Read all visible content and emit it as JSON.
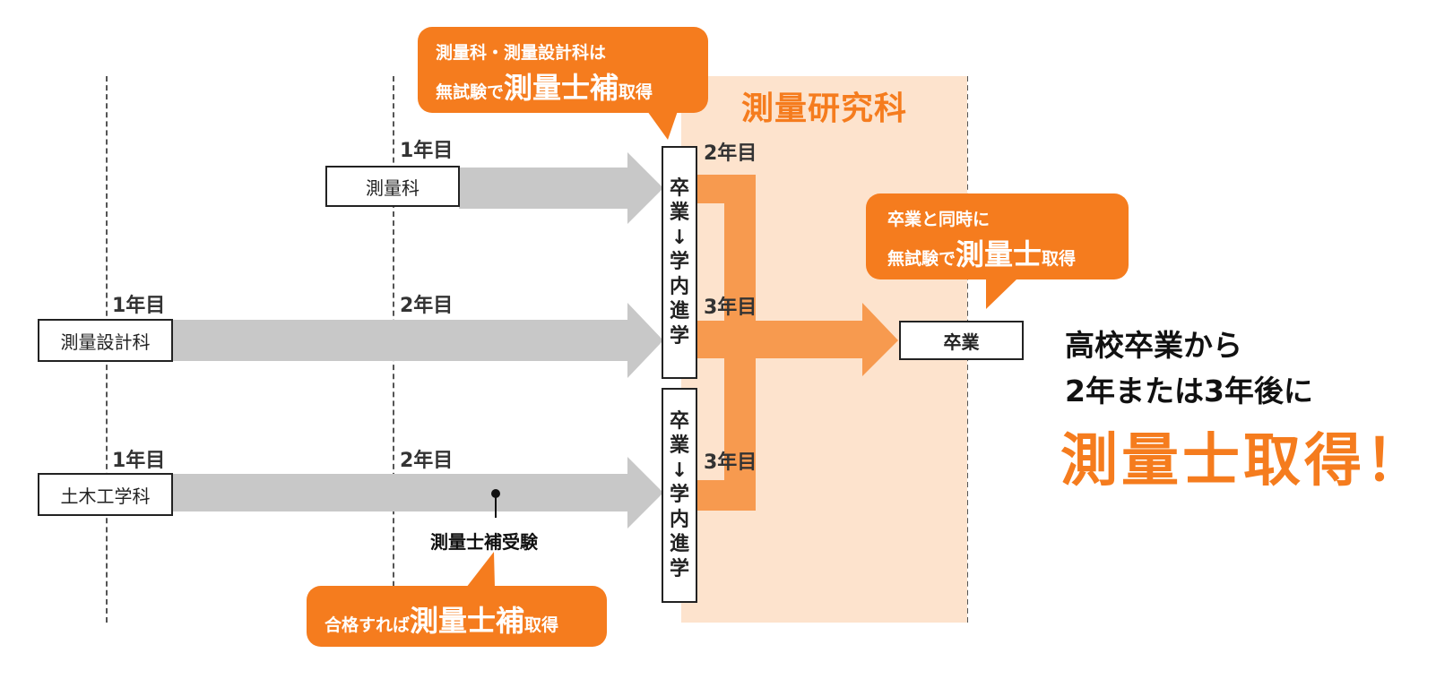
{
  "header_bubble": {
    "line1": "測量科・測量設計科は",
    "line2_pre": "無試験で",
    "line2_big": "測量士補",
    "line2_post": "取得"
  },
  "research_band": {
    "title": "測量研究科"
  },
  "rows": {
    "sokuryo": {
      "label": "測量科",
      "year1": "1年目"
    },
    "sekkei": {
      "label": "測量設計科",
      "year1": "1年目",
      "year2": "2年目"
    },
    "doboku": {
      "label": "土木工学科",
      "year1": "1年目",
      "year2": "2年目",
      "exam": "測量士補受験"
    }
  },
  "research_years": {
    "y2": "2年目",
    "y3a": "3年目",
    "y3b": "3年目"
  },
  "advance_box": {
    "chars": [
      "卒",
      "業",
      "↓",
      "学",
      "内",
      "進",
      "学"
    ]
  },
  "graduation_bubble": {
    "line1": "卒業と同時に",
    "line2_pre": "無試験で",
    "line2_big": "測量士",
    "line2_post": "取得"
  },
  "graduation_box": {
    "label": "卒業"
  },
  "pass_bubble": {
    "pre": "合格すれば",
    "big": "測量士補",
    "post": "取得"
  },
  "headline": {
    "line1": "高校卒業から",
    "line2": "2年または3年後に"
  },
  "result": {
    "text": "測量士取得！"
  },
  "colors": {
    "accent": "#f57c1e",
    "arrow_gray": "#c8c8c8",
    "band": "#fde3cd",
    "connector": "#f79a4f"
  }
}
